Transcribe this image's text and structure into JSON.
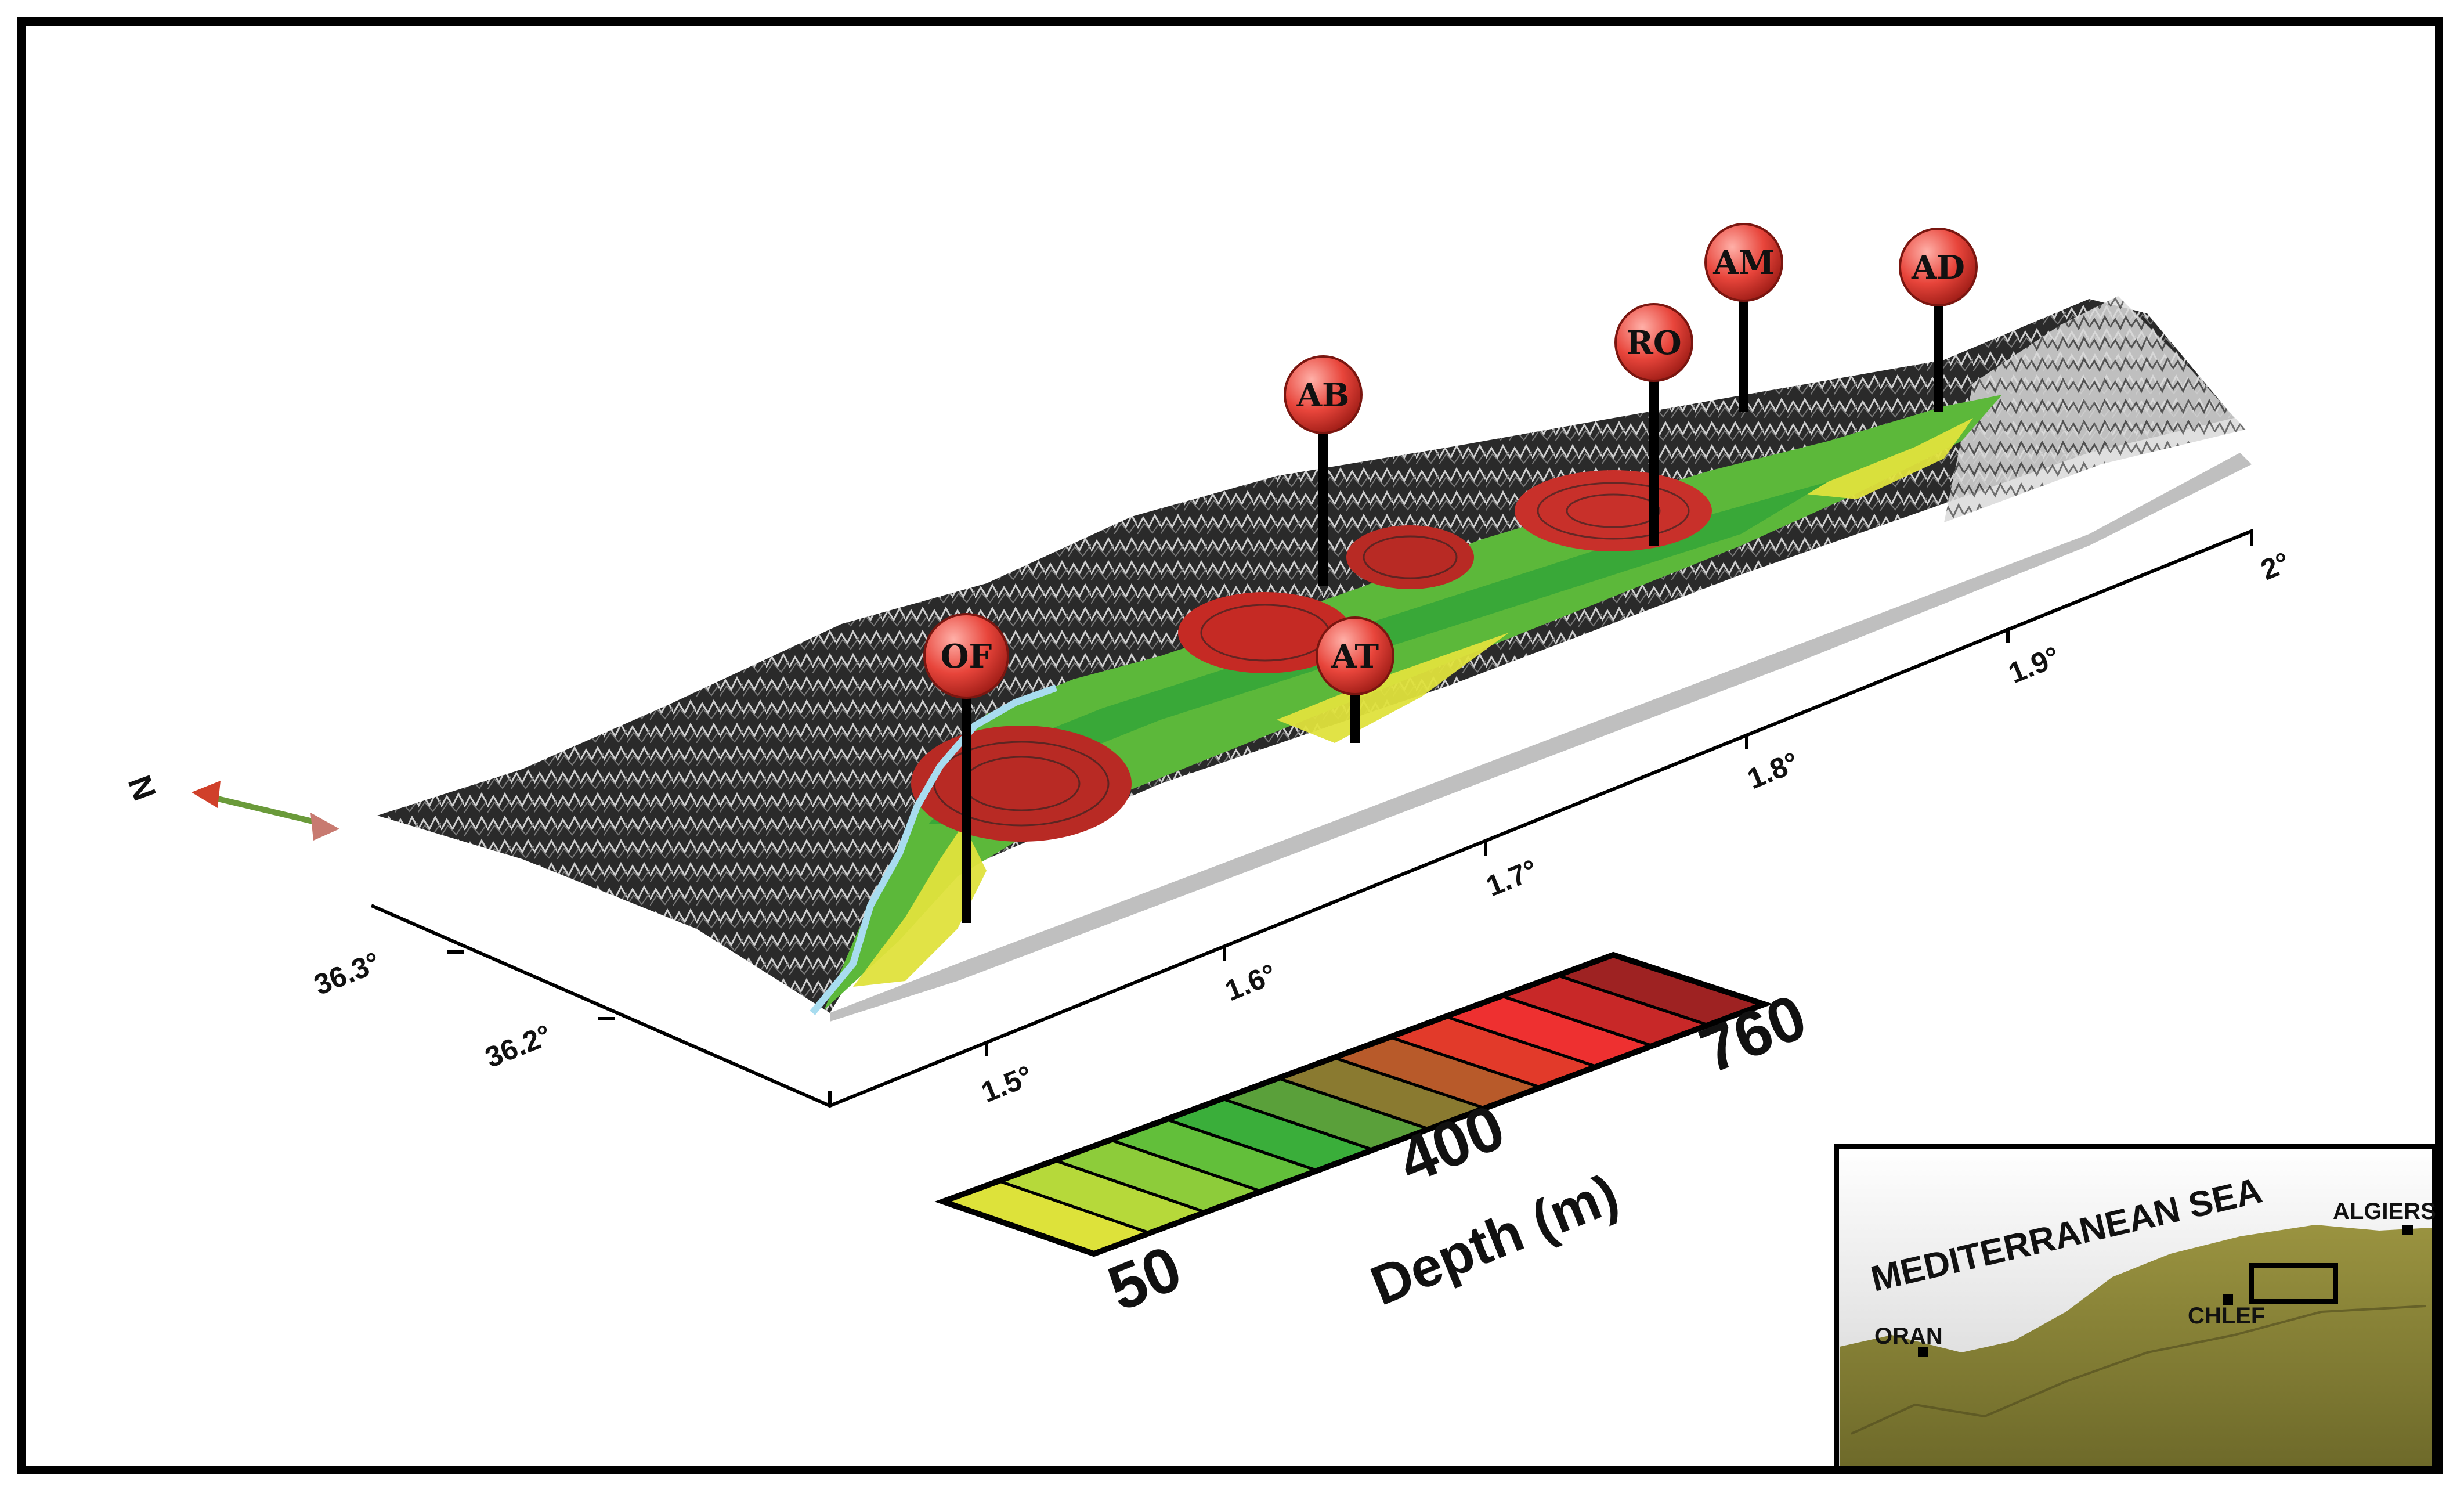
{
  "map": {
    "axis_x_ticks": [
      "1.5°",
      "1.6°",
      "1.7°",
      "1.8°",
      "1.9°",
      "2°"
    ],
    "axis_y_ticks": [
      "36.2°",
      "36.3°"
    ],
    "north_label": "N",
    "wells": [
      {
        "id": "OF",
        "label": "OF"
      },
      {
        "id": "AB",
        "label": "AB"
      },
      {
        "id": "AT",
        "label": "AT"
      },
      {
        "id": "RO",
        "label": "RO"
      },
      {
        "id": "AM",
        "label": "AM"
      },
      {
        "id": "AD",
        "label": "AD"
      }
    ]
  },
  "depth_scale": {
    "title": "Depth (m)",
    "min_label": "50",
    "mid_label": "400",
    "max_label": "760",
    "colors": [
      "#dde23a",
      "#b6d93a",
      "#8dcc3a",
      "#62bf3a",
      "#3aae3a",
      "#5aa03a",
      "#8a7a30",
      "#b85a2a",
      "#e23a2a",
      "#ee3030",
      "#c82828",
      "#9e2222"
    ]
  },
  "inset": {
    "sea_label": "MEDITERRANEAN SEA",
    "cities": [
      "ORAN",
      "CHLEF",
      "ALGIERS"
    ]
  }
}
